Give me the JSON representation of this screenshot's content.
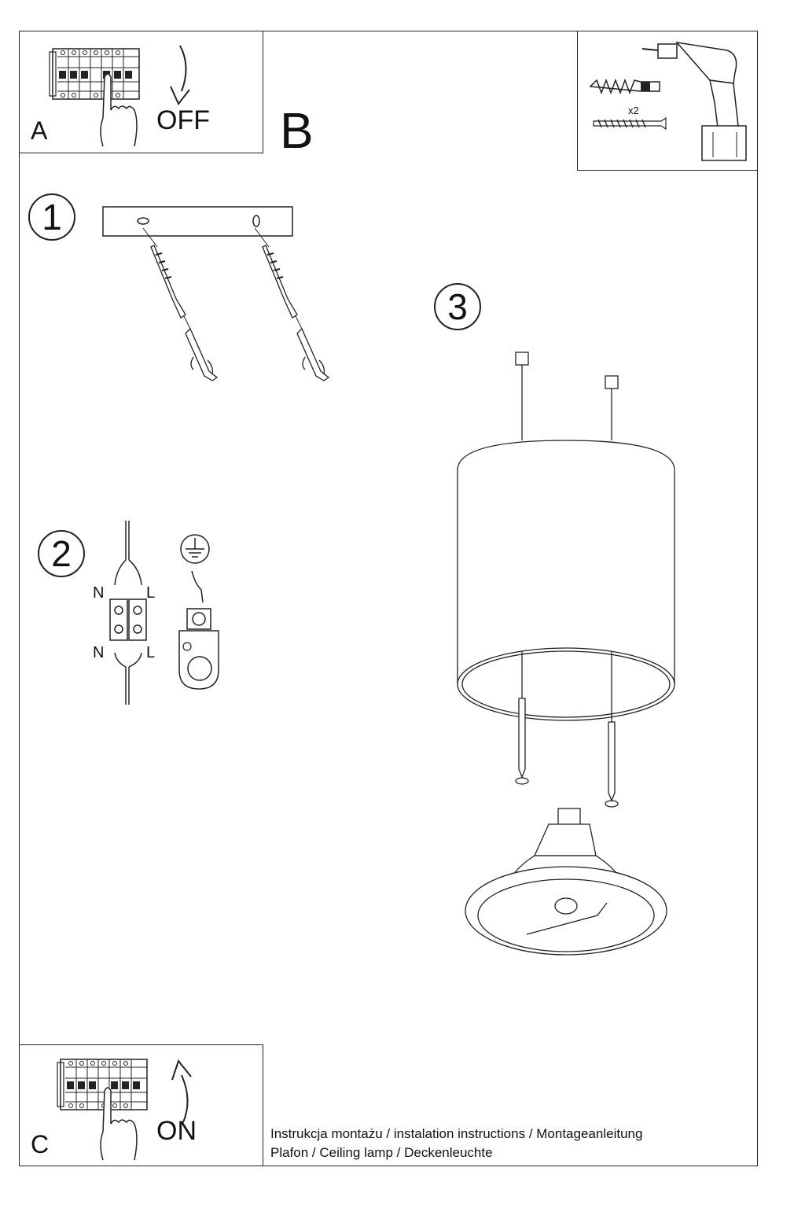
{
  "panel_a": {
    "letter": "A",
    "action": "OFF"
  },
  "panel_b": {
    "letter": "B"
  },
  "panel_c": {
    "letter": "C",
    "action": "ON"
  },
  "tools": {
    "quantity": "x2"
  },
  "steps": [
    {
      "number": "1"
    },
    {
      "number": "2",
      "wire_labels": {
        "n_top": "N",
        "l_top": "L",
        "n_bottom": "N",
        "l_bottom": "L"
      }
    },
    {
      "number": "3"
    }
  ],
  "footer": {
    "line1": "Instrukcja montażu / instalation instructions / Montageanleitung",
    "line2": "Plafon / Ceiling lamp / Deckenleuchte"
  },
  "icons": [
    "fuse-box-icon",
    "hand-icon",
    "arrow-icon",
    "drill-icon",
    "wall-plug-icon",
    "screw-icon",
    "ground-symbol-icon",
    "terminal-block-icon",
    "lamp-cylinder-icon",
    "lamp-fitting-icon"
  ]
}
